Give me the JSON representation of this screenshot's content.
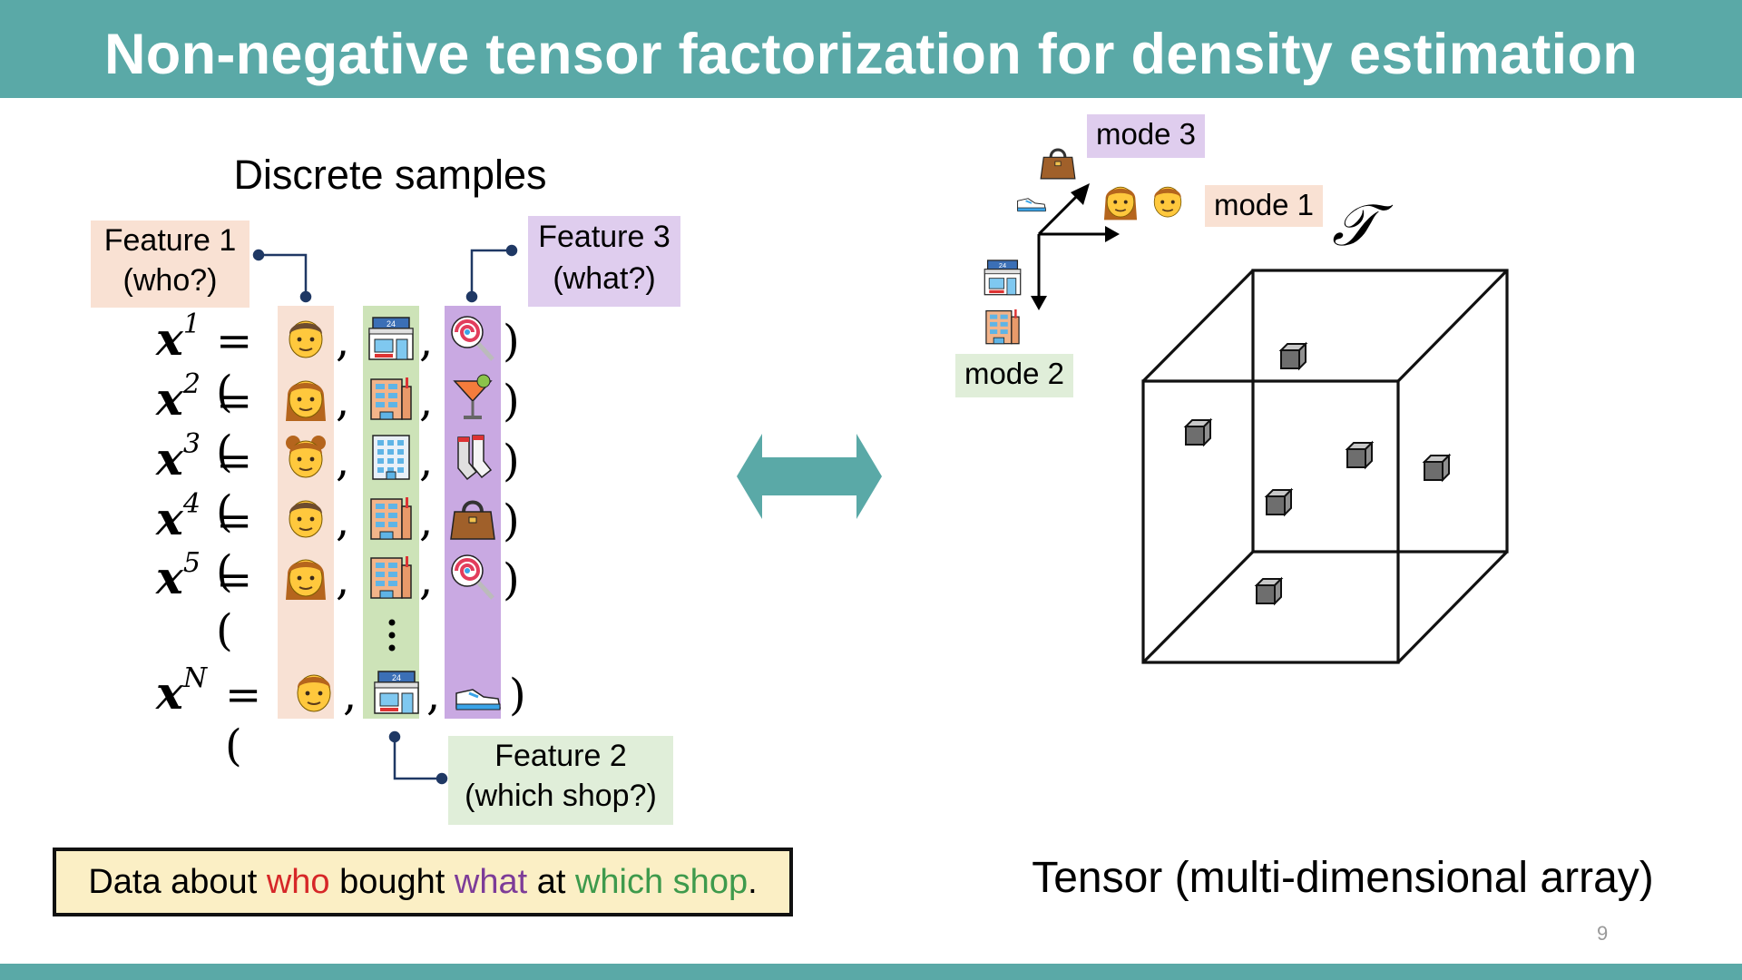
{
  "title": "Non-negative tensor factorization for density estimation",
  "left": {
    "heading": "Discrete samples",
    "feature1": {
      "line1": "Feature 1",
      "line2": "(who?)"
    },
    "feature2": {
      "line1": "Feature 2",
      "line2": "(which shop?)"
    },
    "feature3": {
      "line1": "Feature 3",
      "line2": "(what?)"
    },
    "rows": [
      {
        "var": "x",
        "sup": "1",
        "who": "man",
        "shop": "convenience-store",
        "what": "lollipop"
      },
      {
        "var": "x",
        "sup": "2",
        "who": "woman",
        "shop": "department-store",
        "what": "cocktail"
      },
      {
        "var": "x",
        "sup": "3",
        "who": "girl",
        "shop": "office-building",
        "what": "socks"
      },
      {
        "var": "x",
        "sup": "4",
        "who": "man",
        "shop": "department-store",
        "what": "handbag"
      },
      {
        "var": "x",
        "sup": "5",
        "who": "woman",
        "shop": "department-store",
        "what": "lollipop"
      },
      {
        "var": "x",
        "sup": "N",
        "who": "boy",
        "shop": "convenience-store",
        "what": "sneaker"
      }
    ],
    "eq_open": "= (",
    "comma": ",",
    "close": ")",
    "caption": {
      "p1": "Data about ",
      "who": "who",
      "p2": " bought ",
      "what": "what",
      "p3": " at ",
      "shop": "which shop",
      "p4": "."
    }
  },
  "right": {
    "mode1": "mode 1",
    "mode2": "mode 2",
    "mode3": "mode 3",
    "tensor_symbol": "𝒯",
    "caption": "Tensor (multi-dimensional array)"
  },
  "page_number": "9",
  "colors": {
    "header": "#5aa9a7",
    "feature1_bg": "#f9e1d3",
    "feature2_bg": "#e0eed9",
    "feature3_bg": "#dfcdee",
    "col1_bg": "#f8e1d4",
    "col2_bg": "#cde3b8",
    "col3_bg": "#c9a9e2",
    "arrow": "#5aa9a7",
    "caption_bg": "#fbefc5"
  }
}
